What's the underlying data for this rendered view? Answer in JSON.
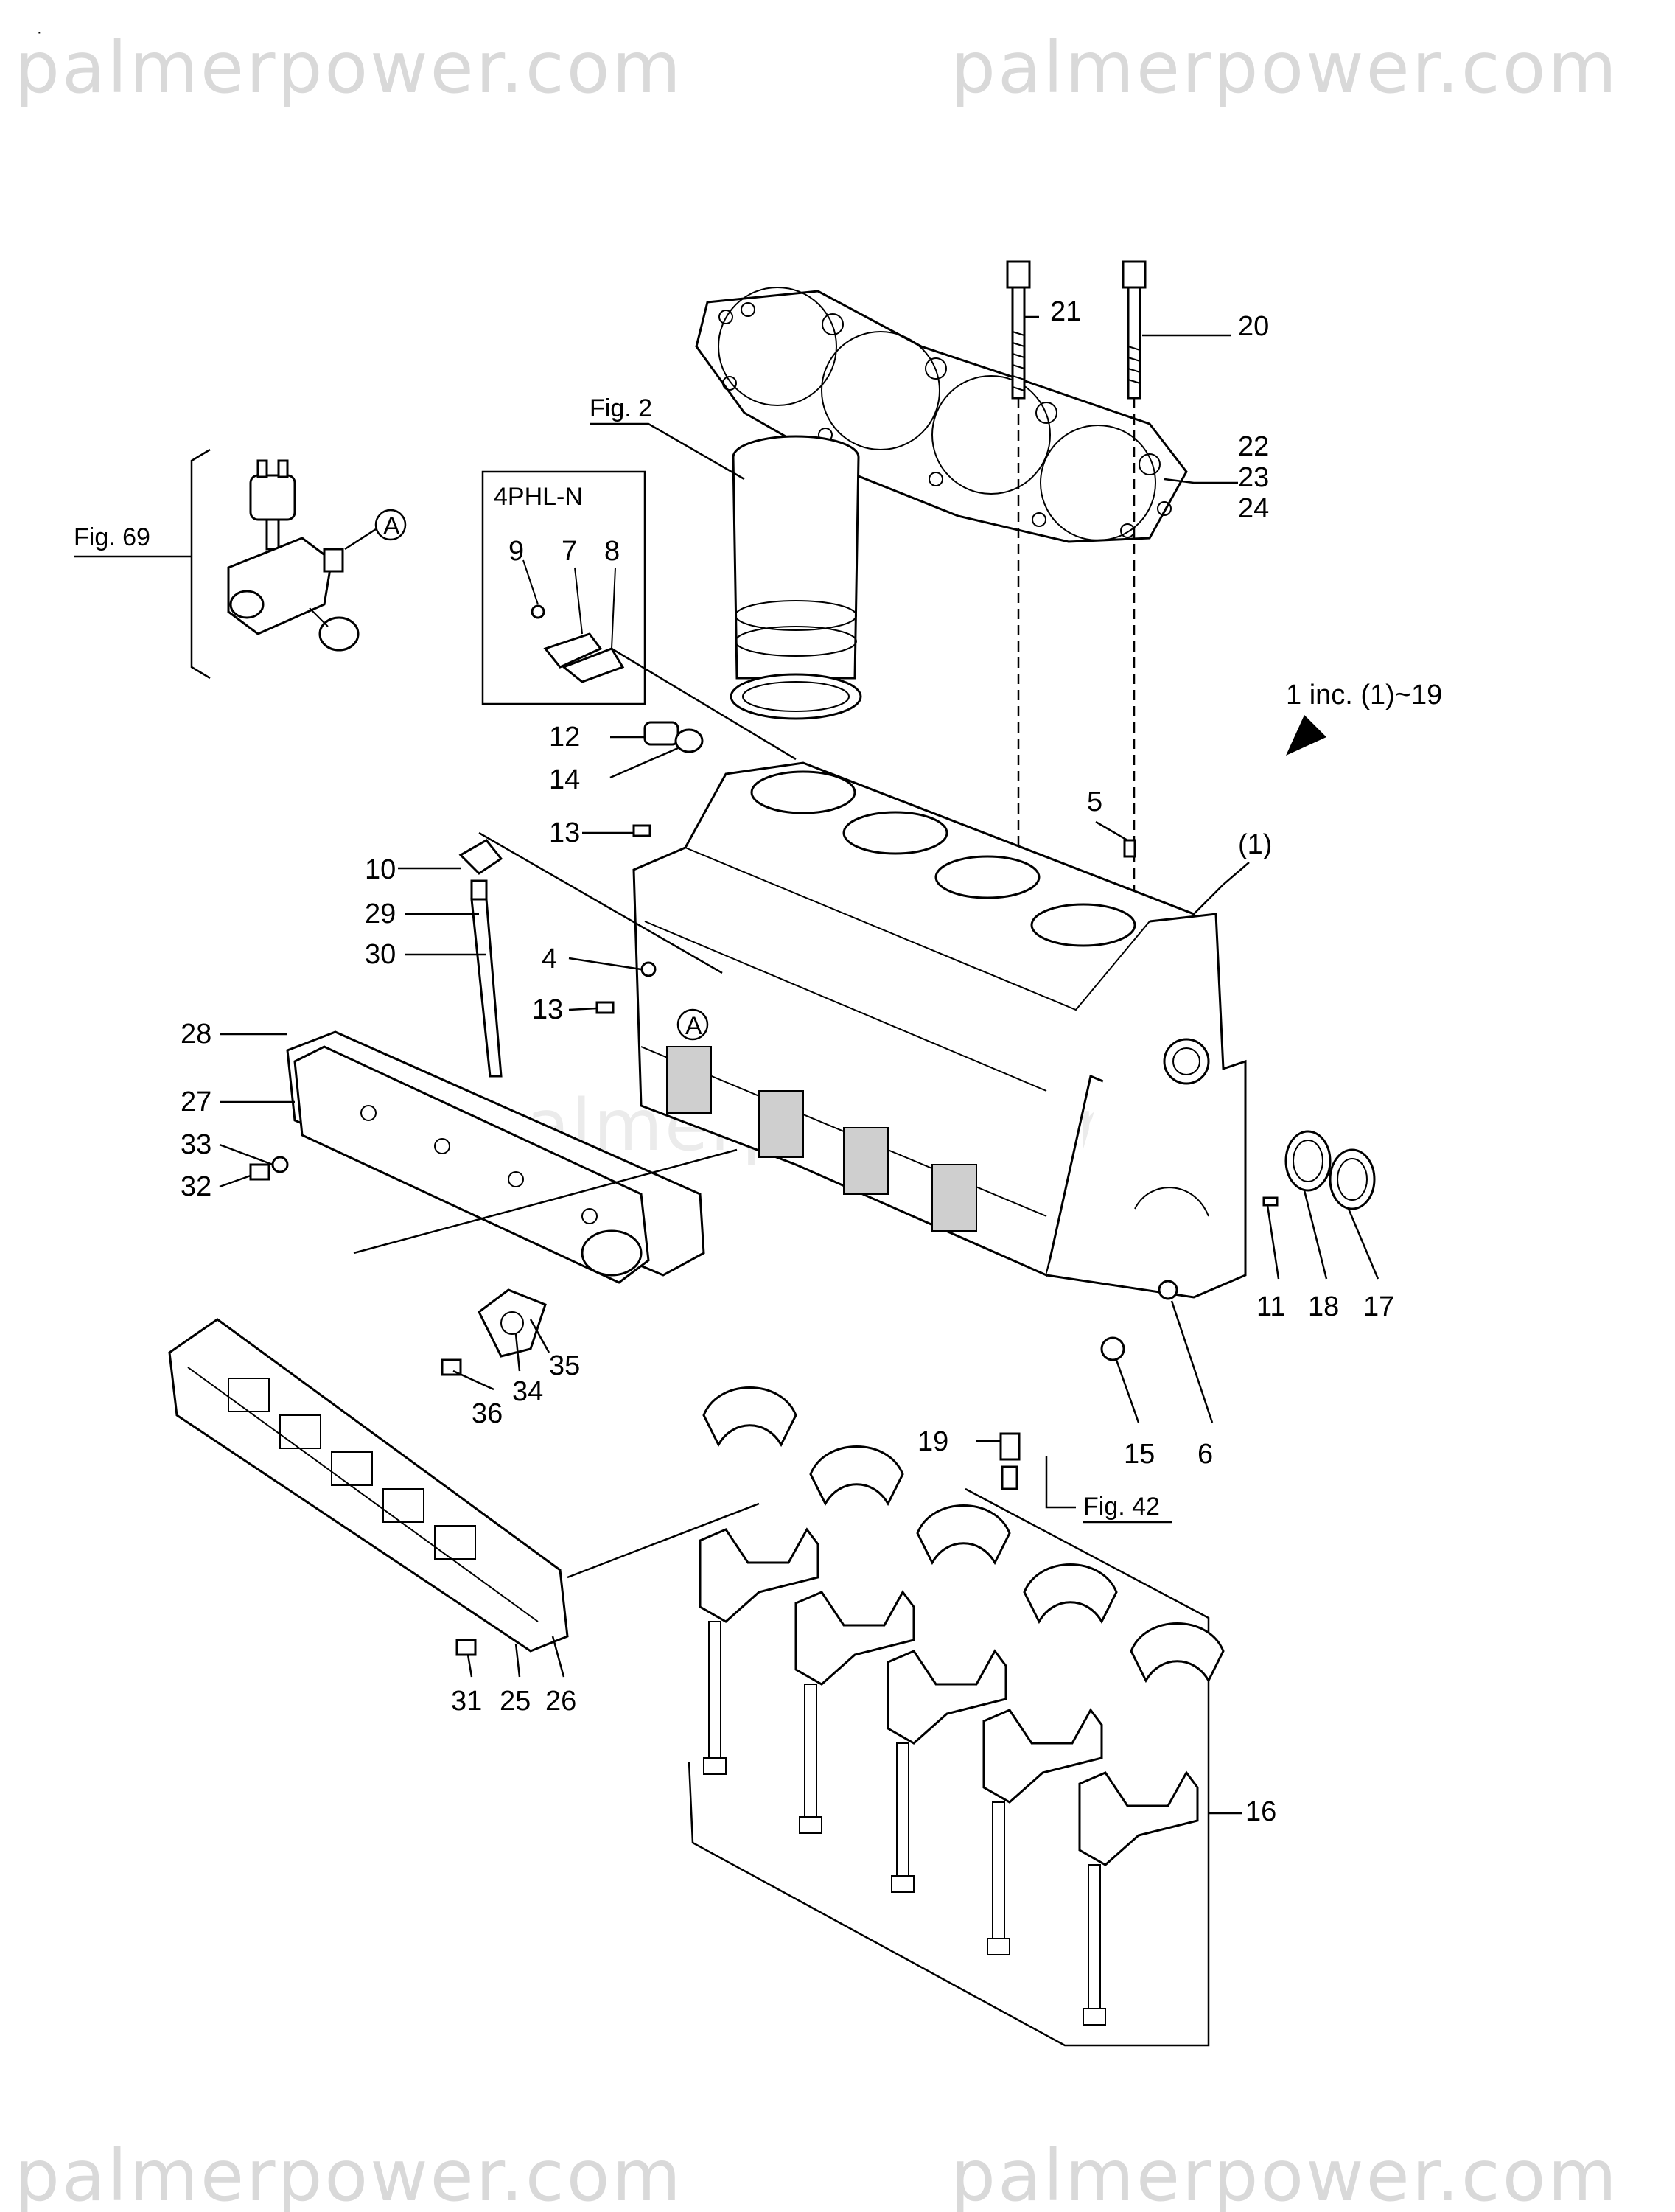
{
  "watermark": "palmerpower.com",
  "variant_box_title": "4PHL-N",
  "group_note": "1 inc. (1)~19",
  "fig_refs": {
    "fig2": "Fig. 2",
    "fig69": "Fig. 69",
    "fig42": "Fig. 42"
  },
  "callout_A": "A",
  "part_numbers": {
    "p1": "(1)",
    "p4": "4",
    "p5": "5",
    "p6": "6",
    "p7": "7",
    "p8": "8",
    "p9": "9",
    "p10": "10",
    "p11": "11",
    "p12": "12",
    "p13a": "13",
    "p13b": "13",
    "p14": "14",
    "p15": "15",
    "p16": "16",
    "p17": "17",
    "p18": "18",
    "p19": "19",
    "p20": "20",
    "p21": "21",
    "p22": "22",
    "p23": "23",
    "p24": "24",
    "p25": "25",
    "p26": "26",
    "p27": "27",
    "p28": "28",
    "p29": "29",
    "p30": "30",
    "p31": "31",
    "p32": "32",
    "p33": "33",
    "p34": "34",
    "p35": "35",
    "p36": "36"
  }
}
